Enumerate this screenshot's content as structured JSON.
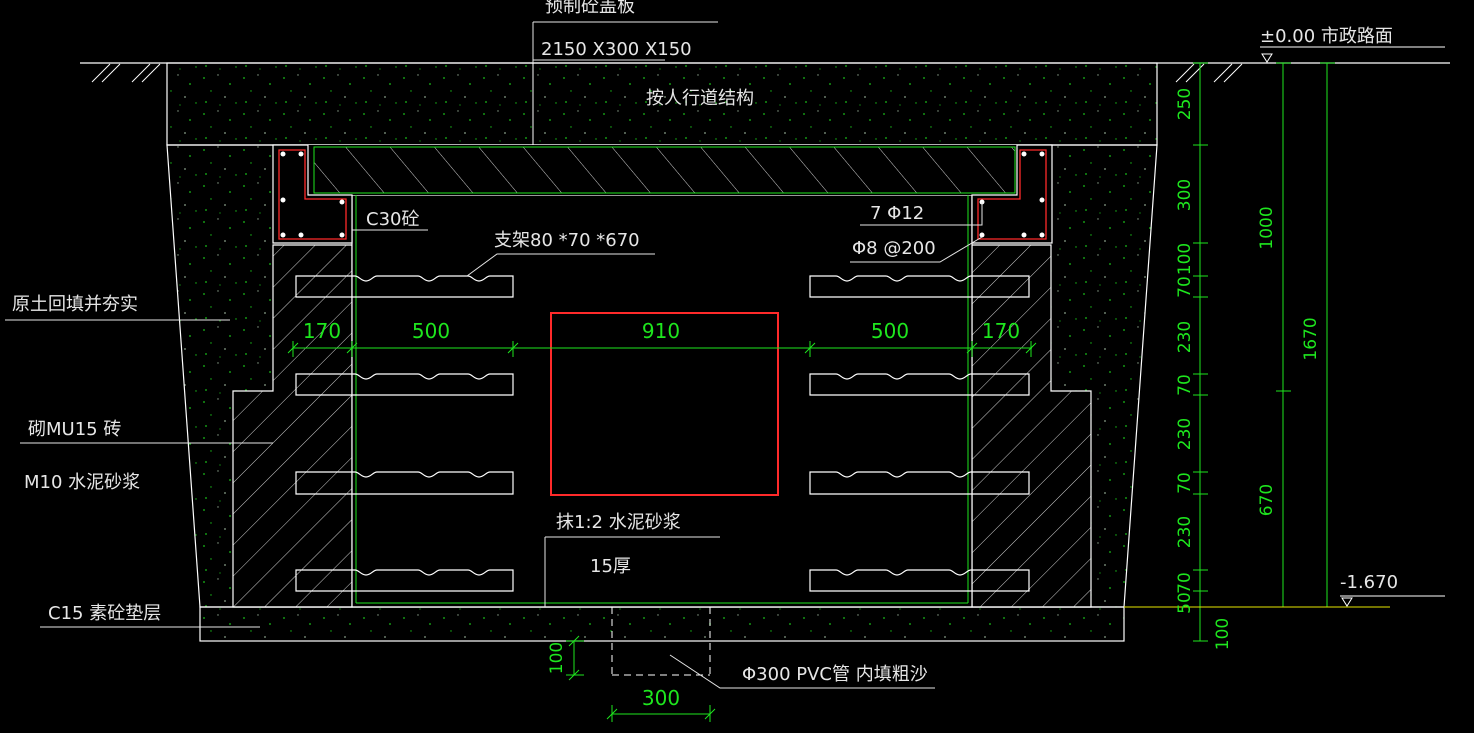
{
  "annotations": {
    "cover_plate_name": "预制砼盖板",
    "cover_plate_size": "2150 X300 X150",
    "sidewalk": "按人行道结构",
    "concrete_c30": "C30砼",
    "bracket": "支架80 *70 *670",
    "rebar_main": "7 Φ12",
    "rebar_stirrup": "Φ8 @200",
    "backfill": "原土回填并夯实",
    "brick": "砌MU15 砖",
    "mortar_m10": "M10 水泥砂浆",
    "plaster": "抹1:2 水泥砂浆",
    "plaster_thickness": "15厚",
    "cushion": "C15 素砼垫层",
    "pvc_pipe": "Φ300 PVC管  内填粗沙",
    "elev_top": "±0.00 市政路面",
    "elev_bottom": "-1.670"
  },
  "dimensions": {
    "horizontal": {
      "w170_left": "170",
      "w500_left": "500",
      "w910": "910",
      "w500_right": "500",
      "w170_right": "170",
      "pipe_width": "300",
      "pipe_depth": "100"
    },
    "vertical": {
      "d250": "250",
      "d300": "300",
      "d100": "100",
      "d70_a": "70",
      "d230_a": "230",
      "d70_b": "70",
      "d230_b": "230",
      "d70_c": "70",
      "d230_c": "230",
      "d70_d": "70",
      "d50": "50",
      "d100_bottom": "100",
      "d1000": "1000",
      "d670": "670",
      "d1670": "1670"
    }
  },
  "colors": {
    "background": "#000000",
    "structure_lines": "#ffffff",
    "dimension_lines": "#1ee61e",
    "highlight_box": "#ff2a2a",
    "elevation_line": "#e6e600"
  }
}
